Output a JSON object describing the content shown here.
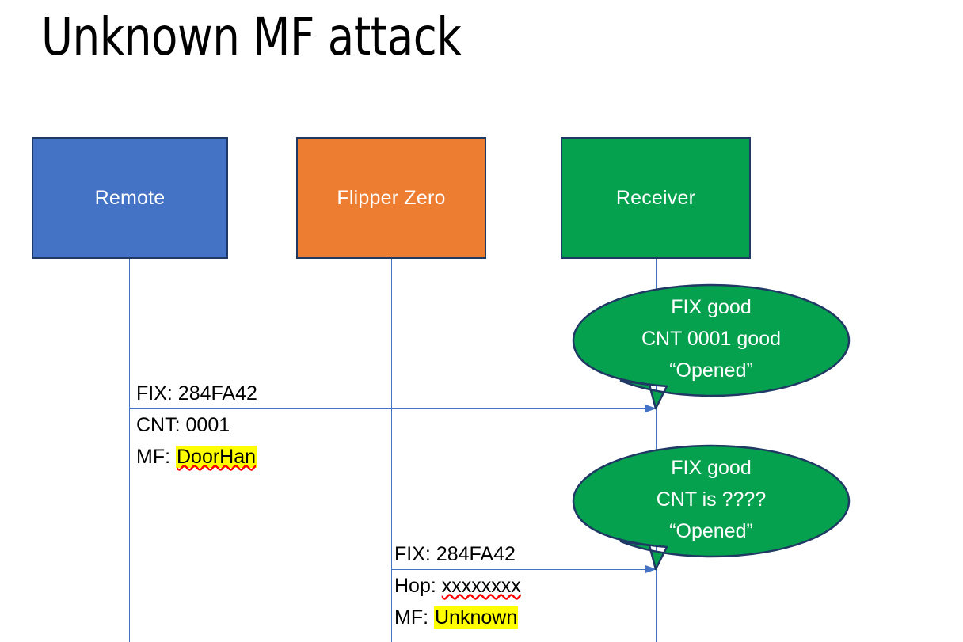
{
  "slide": {
    "title": "Unknown MF attack",
    "background": "#FFFFFF"
  },
  "colors": {
    "remote_fill": "#4472C4",
    "flipper_fill": "#ED7D31",
    "receiver_fill": "#05A14E",
    "box_border": "#1F3864",
    "lifeline": "#4472C4",
    "arrow": "#4472C4",
    "bubble_fill": "#05A14E",
    "bubble_border": "#1F3864",
    "highlight": "#FFFF00",
    "spellcheck_underline": "#FF0000",
    "text_dark": "#000000",
    "text_light": "#FFFFFF"
  },
  "actors": [
    {
      "id": "remote",
      "label": "Remote"
    },
    {
      "id": "flipper",
      "label": "Flipper Zero"
    },
    {
      "id": "receiver",
      "label": "Receiver"
    }
  ],
  "messages": [
    {
      "id": "msg-1",
      "from": "remote",
      "to": "receiver",
      "lines": [
        {
          "label": "FIX:",
          "value": "284FA42",
          "highlight": false,
          "spellcheck": false
        },
        {
          "label": "CNT:",
          "value": "0001",
          "highlight": false,
          "spellcheck": false
        },
        {
          "label": "MF:",
          "value": "DoorHan",
          "highlight": true,
          "spellcheck": true
        }
      ]
    },
    {
      "id": "msg-2",
      "from": "flipper",
      "to": "receiver",
      "lines": [
        {
          "label": "FIX:",
          "value": "284FA42",
          "highlight": false,
          "spellcheck": false
        },
        {
          "label": "Hop:",
          "value": "xxxxxxxx",
          "highlight": false,
          "spellcheck": true
        },
        {
          "label": "MF:",
          "value": "Unknown",
          "highlight": true,
          "spellcheck": false
        }
      ]
    }
  ],
  "bubbles": [
    {
      "id": "bubble-1",
      "owner": "receiver",
      "line1": "FIX good",
      "line2": "CNT 0001 good",
      "line3": "“Opened”"
    },
    {
      "id": "bubble-2",
      "owner": "receiver",
      "line1": "FIX good",
      "line2": "CNT is ????",
      "line3": "“Opened”"
    }
  ]
}
